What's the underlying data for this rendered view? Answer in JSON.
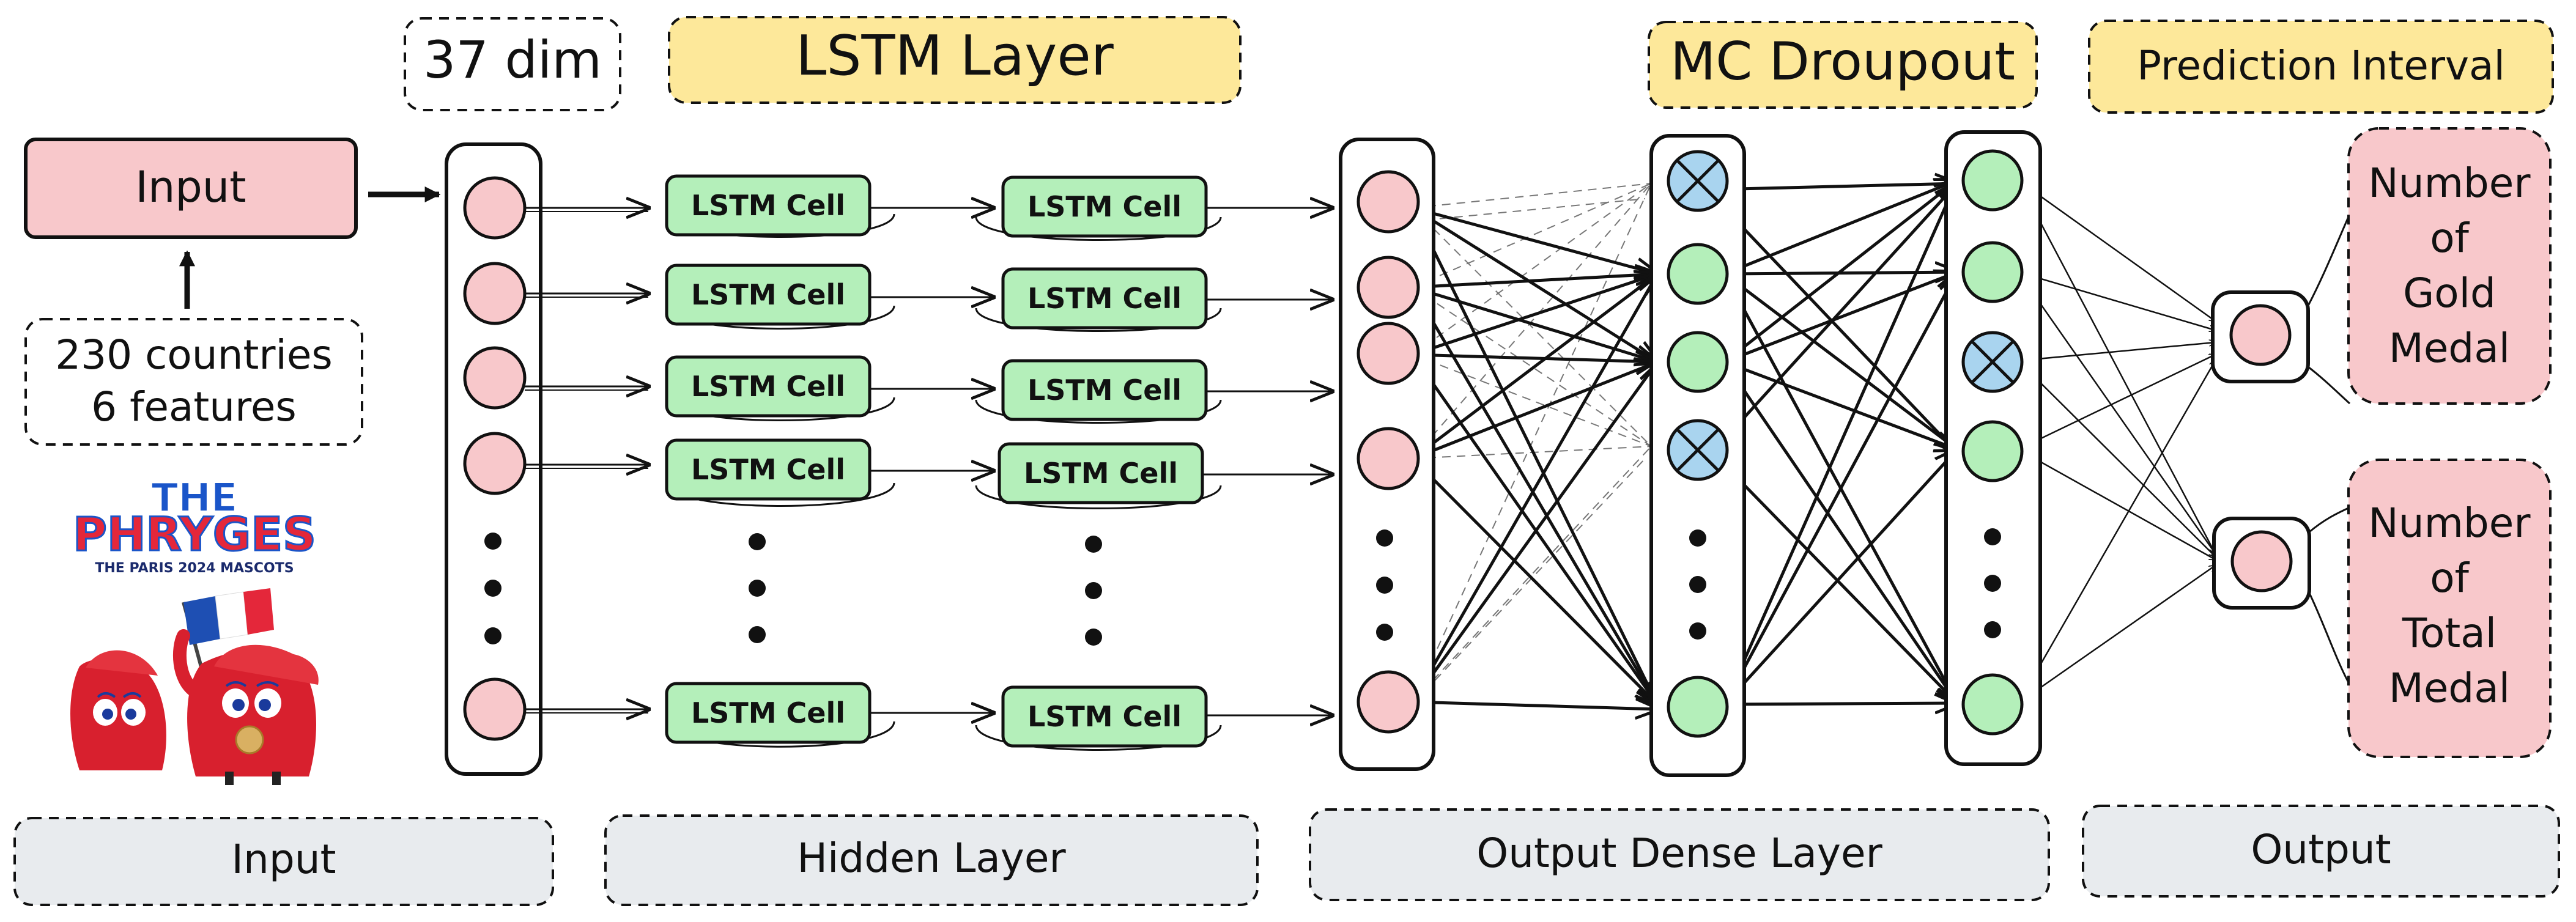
{
  "labels": {
    "input_box": "Input",
    "dim_box": "37 dim",
    "countries_line1": "230 countries",
    "countries_line2": "6 features",
    "lstm_title": "LSTM Layer",
    "mc_title": "MC Droupout",
    "pi_title": "Prediction Interval",
    "lstm_cell": "LSTM Cell",
    "gold": [
      "Number",
      "of",
      "Gold",
      "Medal"
    ],
    "total": [
      "Number",
      "of",
      "Total",
      "Medal"
    ]
  },
  "mascot": {
    "title_line1": "THE",
    "title_line2": "PHRYGES",
    "subtitle": "THE PARIS 2024 MASCOTS"
  },
  "sections": {
    "input": "Input",
    "hidden": "Hidden Layer",
    "dense": "Output Dense Layer",
    "output": "Output"
  },
  "colors": {
    "pink": "#f8c8cb",
    "green": "#b4efba",
    "blue": "#a9d4ef",
    "yellow": "#fde89a",
    "gray": "#e8ebee",
    "ink": "#111111"
  }
}
